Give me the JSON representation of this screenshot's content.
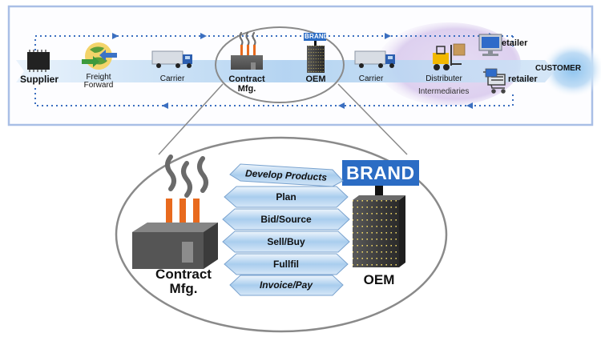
{
  "top_chain": {
    "supplier": "Supplier",
    "freight_forward": "Freight\nForward",
    "carrier_1": "Carrier",
    "contract_mfg": "Contract\nMfg.",
    "brand_small": "BRAND",
    "oem": "OEM",
    "carrier_2": "Carrier",
    "distributer": "Distributer",
    "retailer_1": "etailer",
    "retailer_2": "retailer",
    "intermediaries": "Intermediaries",
    "customer": "CUSTOMER"
  },
  "detail": {
    "contract_mfg": "Contract\nMfg.",
    "oem": "OEM",
    "brand": "BRAND",
    "processes": [
      "Develop Products",
      "Plan",
      "Bid/Source",
      "Sell/Buy",
      "Fullfil",
      "Invoice/Pay"
    ]
  },
  "colors": {
    "frame": "#a9bfe6",
    "arrow_blue": "#9fc6ec",
    "dotted_line": "#3b6fc0",
    "brand_blue": "#2b6cc4",
    "chimney_orange": "#e86a1e",
    "intermediaries_glow": "#d7c8ec"
  }
}
